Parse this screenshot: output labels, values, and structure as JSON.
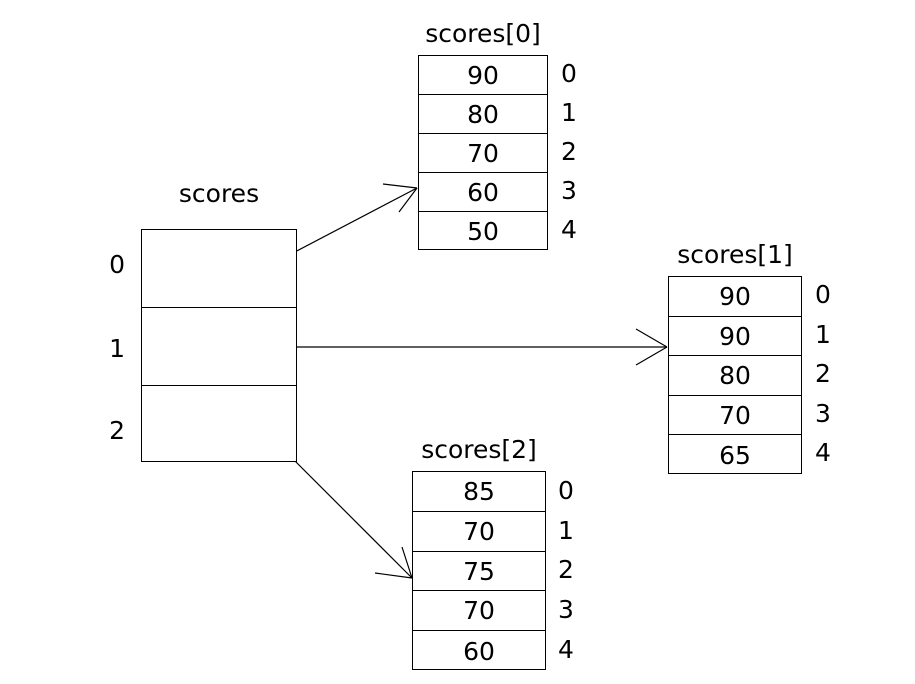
{
  "diagram": {
    "title_text": "scores",
    "description_type": "array-of-arrays pointer diagram"
  },
  "pointer_array": {
    "name": "scores",
    "indices": [
      "0",
      "1",
      "2"
    ],
    "cells": [
      "",
      "",
      ""
    ]
  },
  "sub_arrays": [
    {
      "name": "scores[0]",
      "values": [
        "90",
        "80",
        "70",
        "60",
        "50"
      ],
      "indices": [
        "0",
        "1",
        "2",
        "3",
        "4"
      ]
    },
    {
      "name": "scores[1]",
      "values": [
        "90",
        "90",
        "80",
        "70",
        "65"
      ],
      "indices": [
        "0",
        "1",
        "2",
        "3",
        "4"
      ]
    },
    {
      "name": "scores[2]",
      "values": [
        "85",
        "70",
        "75",
        "70",
        "60"
      ],
      "indices": [
        "0",
        "1",
        "2",
        "3",
        "4"
      ]
    }
  ],
  "colors": {
    "stroke": "#000000",
    "background": "#ffffff",
    "text": "#000000"
  }
}
